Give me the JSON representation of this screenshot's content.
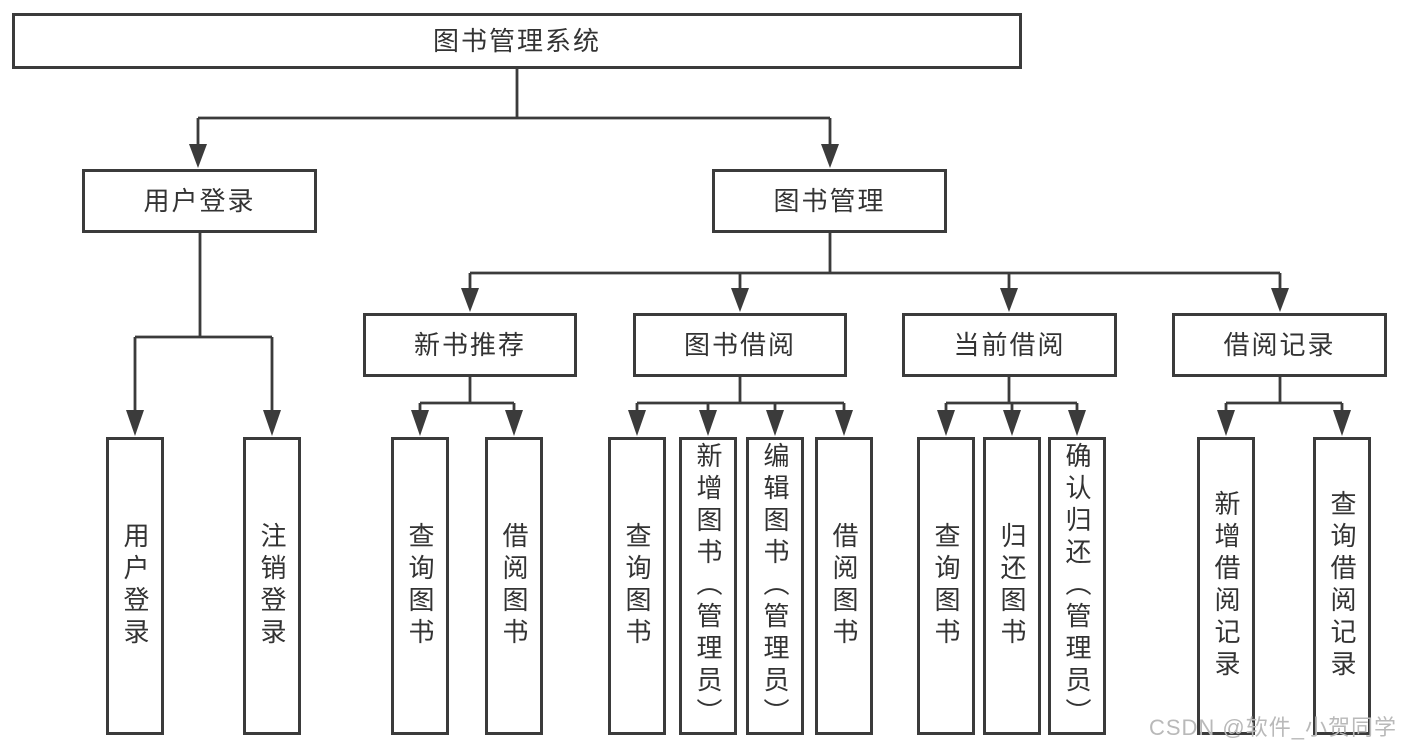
{
  "diagram": {
    "root": {
      "label": "图书管理系统"
    },
    "level2": [
      {
        "label": "用户登录"
      },
      {
        "label": "图书管理"
      }
    ],
    "level3": [
      {
        "label": "新书推荐",
        "parent": "图书管理"
      },
      {
        "label": "图书借阅",
        "parent": "图书管理"
      },
      {
        "label": "当前借阅",
        "parent": "图书管理"
      },
      {
        "label": "借阅记录",
        "parent": "图书管理"
      }
    ],
    "leaves": [
      {
        "label": "用户登录",
        "parent": "用户登录"
      },
      {
        "label": "注销登录",
        "parent": "用户登录"
      },
      {
        "label": "查询图书",
        "parent": "新书推荐"
      },
      {
        "label": "借阅图书",
        "parent": "新书推荐"
      },
      {
        "label": "查询图书",
        "parent": "图书借阅"
      },
      {
        "label": "新增图书（管理员）",
        "parent": "图书借阅"
      },
      {
        "label": "编辑图书（管理员）",
        "parent": "图书借阅"
      },
      {
        "label": "借阅图书",
        "parent": "图书借阅"
      },
      {
        "label": "查询图书",
        "parent": "当前借阅"
      },
      {
        "label": "归还图书",
        "parent": "当前借阅"
      },
      {
        "label": "确认归还（管理员）",
        "parent": "当前借阅"
      },
      {
        "label": "新增借阅记录",
        "parent": "借阅记录"
      },
      {
        "label": "查询借阅记录",
        "parent": "借阅记录"
      }
    ],
    "watermark": "CSDN @软件_小贺同学",
    "colors": {
      "line": "#3b3b3b",
      "text": "#333333",
      "watermark": "#b9b9b9",
      "background": "#ffffff"
    }
  }
}
